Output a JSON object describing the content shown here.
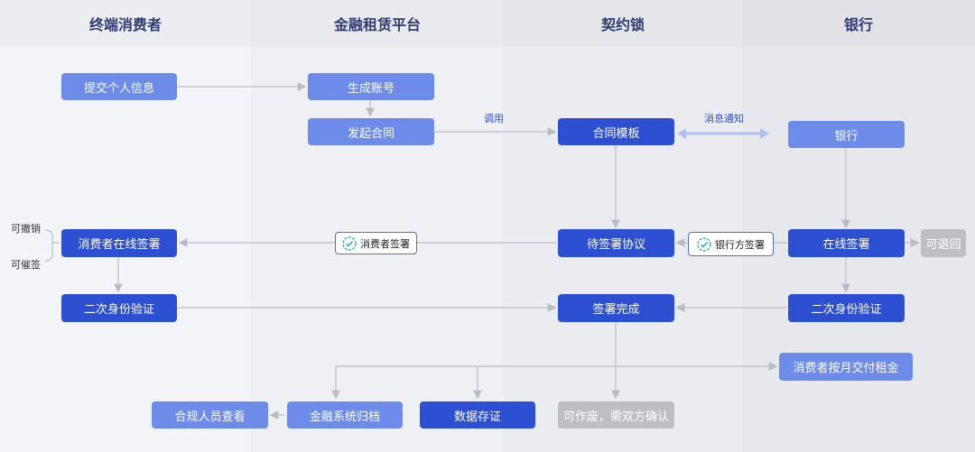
{
  "lanes": [
    "终端消费者",
    "金融租赁平台",
    "契约锁",
    "银行"
  ],
  "nodes": {
    "submit_info": "提交个人信息",
    "gen_account": "生成账号",
    "initiate_contract": "发起合同",
    "contract_template": "合同模板",
    "bank": "银行",
    "consumer_sign": "消费者在线签署",
    "pending_sign": "待签署协议",
    "online_sign": "在线签署",
    "returnable": "可退回",
    "second_verify_consumer": "二次身份验证",
    "sign_complete": "签署完成",
    "second_verify_bank": "二次身份验证",
    "monthly_rent": "消费者按月交付租金",
    "compliance_view": "合规人员查看",
    "finance_archive": "金融系统归档",
    "data_evidence": "数据存证",
    "void_confirm": "可作废，需双方确认"
  },
  "tags": {
    "consumer_signed": "消费者签署",
    "bank_signed": "银行方签署"
  },
  "edge_labels": {
    "invoke": "调用",
    "notify": "消息通知"
  },
  "side_labels": {
    "revocable": "可撤销",
    "remindable": "可催签"
  },
  "colors": {
    "light": "#6d8ce9",
    "dark": "#2d4fd1",
    "gray": "#bebfc3",
    "line": "#c3c6cf"
  }
}
